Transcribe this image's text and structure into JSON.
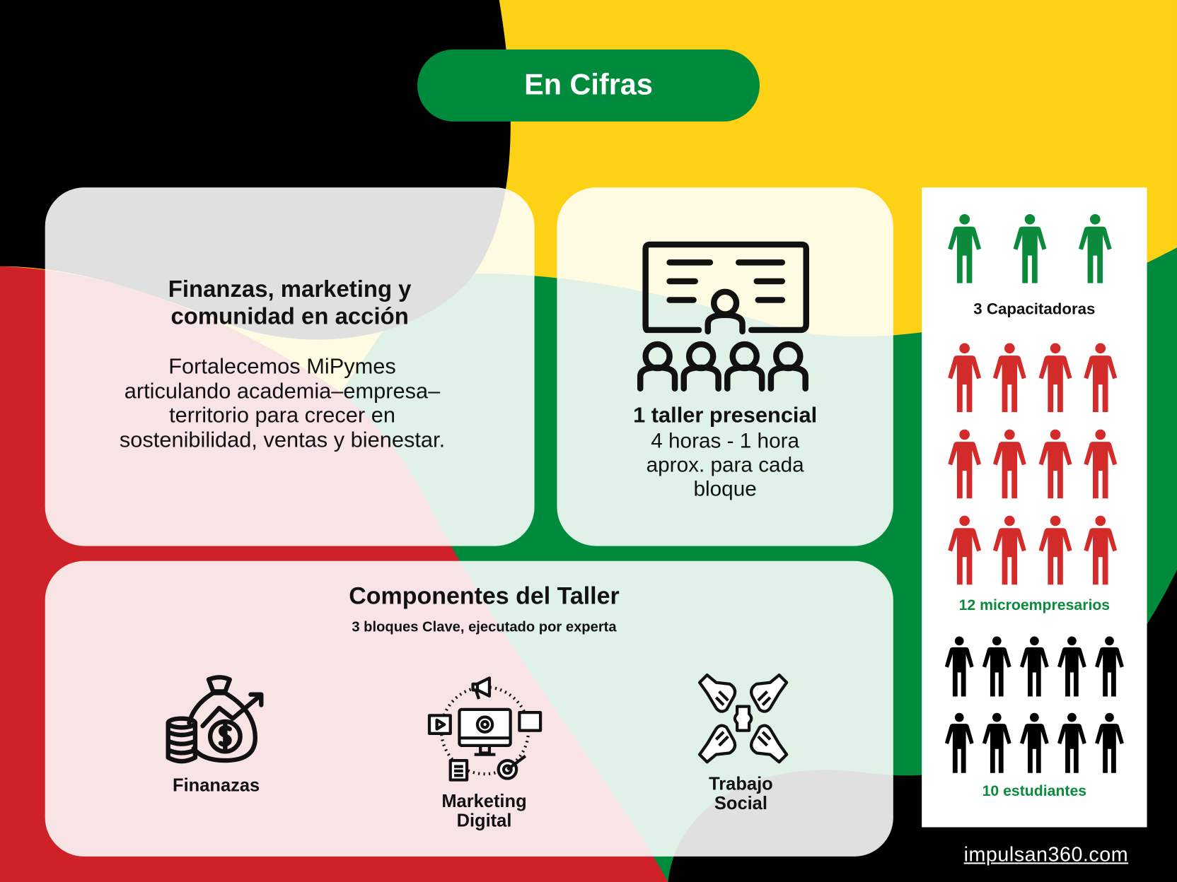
{
  "header": {
    "title": "En Cifras"
  },
  "intro_card": {
    "title_line1": "Finanzas, marketing y",
    "title_line2": "comunidad en acción",
    "body_lines": [
      "Fortalecemos MiPymes",
      "articulando academia–empresa–",
      "territorio para crecer en",
      "sostenibilidad, ventas y bienestar."
    ]
  },
  "workshop_card": {
    "title": "1 taller presencial",
    "detail_lines": [
      "4 horas - 1 hora",
      "aprox. para cada",
      "bloque"
    ]
  },
  "components_card": {
    "title": "Componentes del Taller",
    "subtitle": "3 bloques Clave, ejecutado por experta",
    "items": [
      {
        "label_lines": [
          "Finanazas"
        ],
        "icon": "money-bag-icon"
      },
      {
        "label_lines": [
          "Marketing",
          "Digital"
        ],
        "icon": "digital-marketing-icon"
      },
      {
        "label_lines": [
          "Trabajo",
          "Social"
        ],
        "icon": "puzzle-hands-icon"
      }
    ]
  },
  "participants": {
    "groups": [
      {
        "count": 3,
        "label": "3 Capacitadoras",
        "color": "#0a8a3a",
        "label_color": "#111111"
      },
      {
        "count": 12,
        "label": "12 microempresarios",
        "color": "#d32a2a",
        "label_color": "#0a8a3a"
      },
      {
        "count": 10,
        "label": "10 estudiantes",
        "color": "#000000",
        "label_color": "#0a8a3a"
      }
    ]
  },
  "footer": {
    "link": "impulsan360.com"
  },
  "colors": {
    "green": "#008a3c",
    "yellow": "#fcd116",
    "red": "#ce2228",
    "black": "#000000"
  }
}
